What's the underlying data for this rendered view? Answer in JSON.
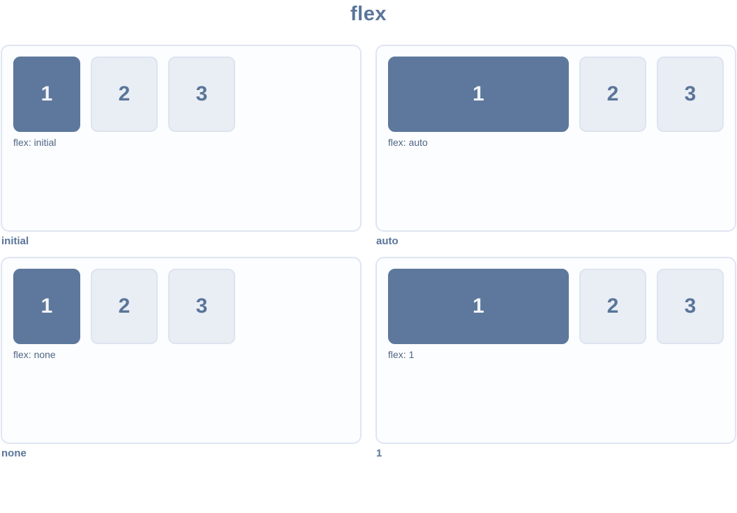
{
  "page": {
    "title": "flex"
  },
  "colors": {
    "accent": "#5a7599",
    "panel_bg": "#fcfdff",
    "panel_border": "#dfe5f1",
    "item_bg": "#e9eef5",
    "item_border": "#dde4ef",
    "item_text": "#5a7599",
    "item_highlight_bg": "#5d789c",
    "item_highlight_text": "#f2f5fa",
    "caption_color": "#4f6583",
    "label_color": "#5a7599"
  },
  "panels": [
    {
      "label": "initial",
      "caption": "flex: initial",
      "flex_value": "initial",
      "items": [
        "1",
        "2",
        "3"
      ]
    },
    {
      "label": "auto",
      "caption": "flex: auto",
      "flex_value": "auto",
      "items": [
        "1",
        "2",
        "3"
      ]
    },
    {
      "label": "none",
      "caption": "flex: none",
      "flex_value": "none",
      "items": [
        "1",
        "2",
        "3"
      ]
    },
    {
      "label": "1",
      "caption": "flex: 1",
      "flex_value": "1",
      "items": [
        "1",
        "2",
        "3"
      ]
    }
  ]
}
